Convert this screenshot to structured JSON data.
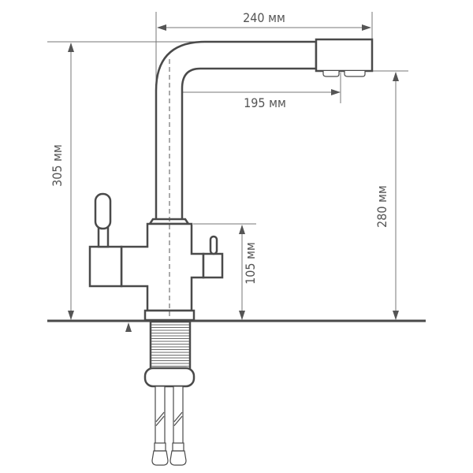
{
  "title": "Faucet dimension drawing",
  "dimensions": {
    "spout_reach": "240 мм",
    "aerator_offset": "195 мм",
    "total_height": "305 мм",
    "spout_clearance": "280 мм",
    "body_height": "105 мм"
  },
  "colors": {
    "line": "#4a4a4a",
    "dimension": "#777777"
  }
}
